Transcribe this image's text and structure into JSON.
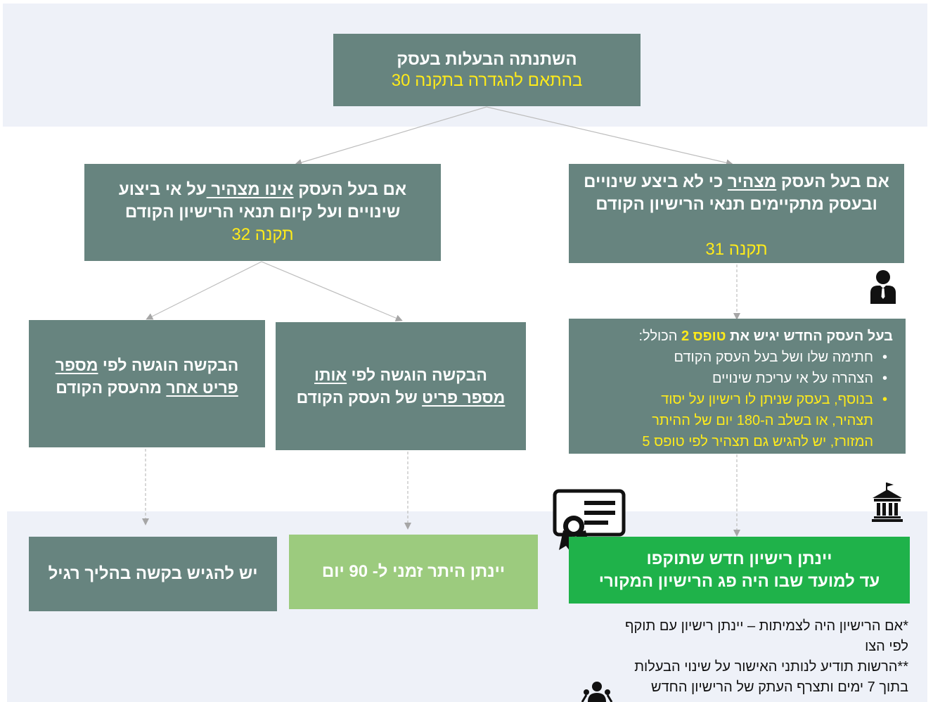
{
  "top": {
    "title": "השתנתה הבעלות בעסק",
    "subtitle": "בהתאם להגדרה בתקנה 30"
  },
  "right_branch": {
    "line1_a": "אם בעל העסק ",
    "line1_b": "מצהיר",
    "line1_c": " כי לא ביצע שינויים",
    "line2": "ובעסק מתקיימים תנאי הרישיון הקודם",
    "reg": "תקנה 31"
  },
  "left_branch": {
    "line1_a": "אם בעל העסק ",
    "line1_b": "אינו מצהיר ",
    "line1_c": "על אי ביצוע",
    "line2": "שינויים ועל קיום תנאי הרישיון הקודם",
    "reg": "תקנה 32"
  },
  "form_box": {
    "intro_a": "בעל העסק החדש יגיש את ",
    "intro_b": "טופס 2",
    "intro_c": " הכולל:",
    "bullets": [
      "חתימה שלו ושל בעל העסק הקודם",
      "הצהרה על אי עריכת שינויים"
    ],
    "highlight_lines": [
      "בנוסף, בעסק שניתן לו רישיון על יסוד",
      "תצהיר, או בשלב ה-180 יום של ההיתר",
      "המזורז, יש להגיש גם תצהיר לפי טופס 5"
    ]
  },
  "same_number": {
    "line1_a": "הבקשה הוגשה לפי ",
    "line1_b": "אותו",
    "line2_a": "מספר פריט",
    "line2_b": " של העסק הקודם"
  },
  "other_number": {
    "line1_a": "הבקשה הוגשה לפי ",
    "line1_b": "מספר",
    "line2_a": "פריט אחר",
    "line2_b": " מהעסק הקודם"
  },
  "outcomes": {
    "new_license_1": "יינתן רישיון חדש שתוקפו",
    "new_license_2": "עד למועד שבו היה פג הרישיון המקורי",
    "temp_permit": "יינתן היתר זמני ל- 90 יום",
    "regular": "יש להגיש בקשה בהליך רגיל"
  },
  "notes": {
    "n1a": "*אם הרישיון היה לצמיתות – יינתן רישיון עם תוקף",
    "n1b": "לפי הצו",
    "n2a": "**הרשות תודיע לנותני האישור על שינוי הבעלות",
    "n2b": "בתוך 7 ימים ותצרף העתק של הרישיון החדש"
  },
  "icons": [
    "person-icon",
    "government-building-icon",
    "certificate-icon",
    "people-icon"
  ],
  "colors": {
    "box": "#67847f",
    "light_green": "#9ccb7e",
    "bright_green": "#1fb24a",
    "highlight": "#ffeb1a",
    "band": "#eef1f8",
    "arrow": "#b3b3b3"
  }
}
